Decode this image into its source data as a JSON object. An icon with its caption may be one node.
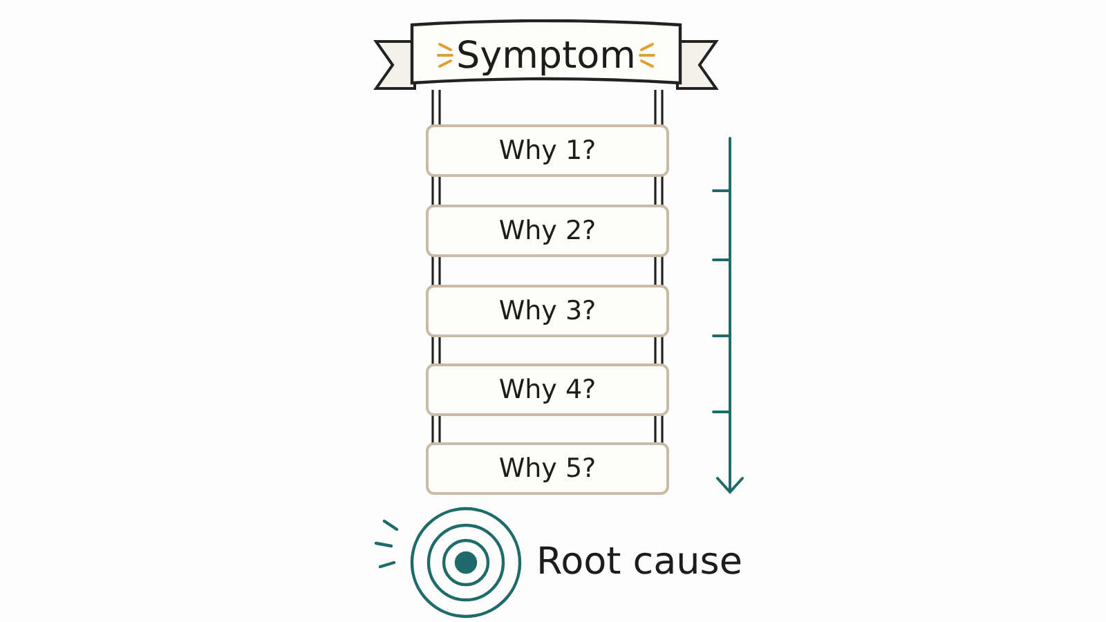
{
  "diagram": {
    "nodes": [
      {
        "text": [
          "Symptom"
        ]
      },
      {
        "text": [
          "Why 1?"
        ]
      },
      {
        "text": [
          "Why 2?"
        ]
      },
      {
        "text": [
          "Why 3?"
        ]
      },
      {
        "text": [
          "Why 4?"
        ]
      },
      {
        "text": [
          "Why 5?"
        ]
      },
      {
        "text": [
          "Root cause"
        ]
      }
    ],
    "edges": [
      {
        "from": 0,
        "to": 1,
        "arrow": "none"
      },
      {
        "from": 1,
        "to": 2,
        "arrow": "none"
      },
      {
        "from": 2,
        "to": 3,
        "arrow": "none"
      },
      {
        "from": 3,
        "to": 4,
        "arrow": "none"
      },
      {
        "from": 4,
        "to": 5,
        "arrow": "none"
      }
    ]
  }
}
